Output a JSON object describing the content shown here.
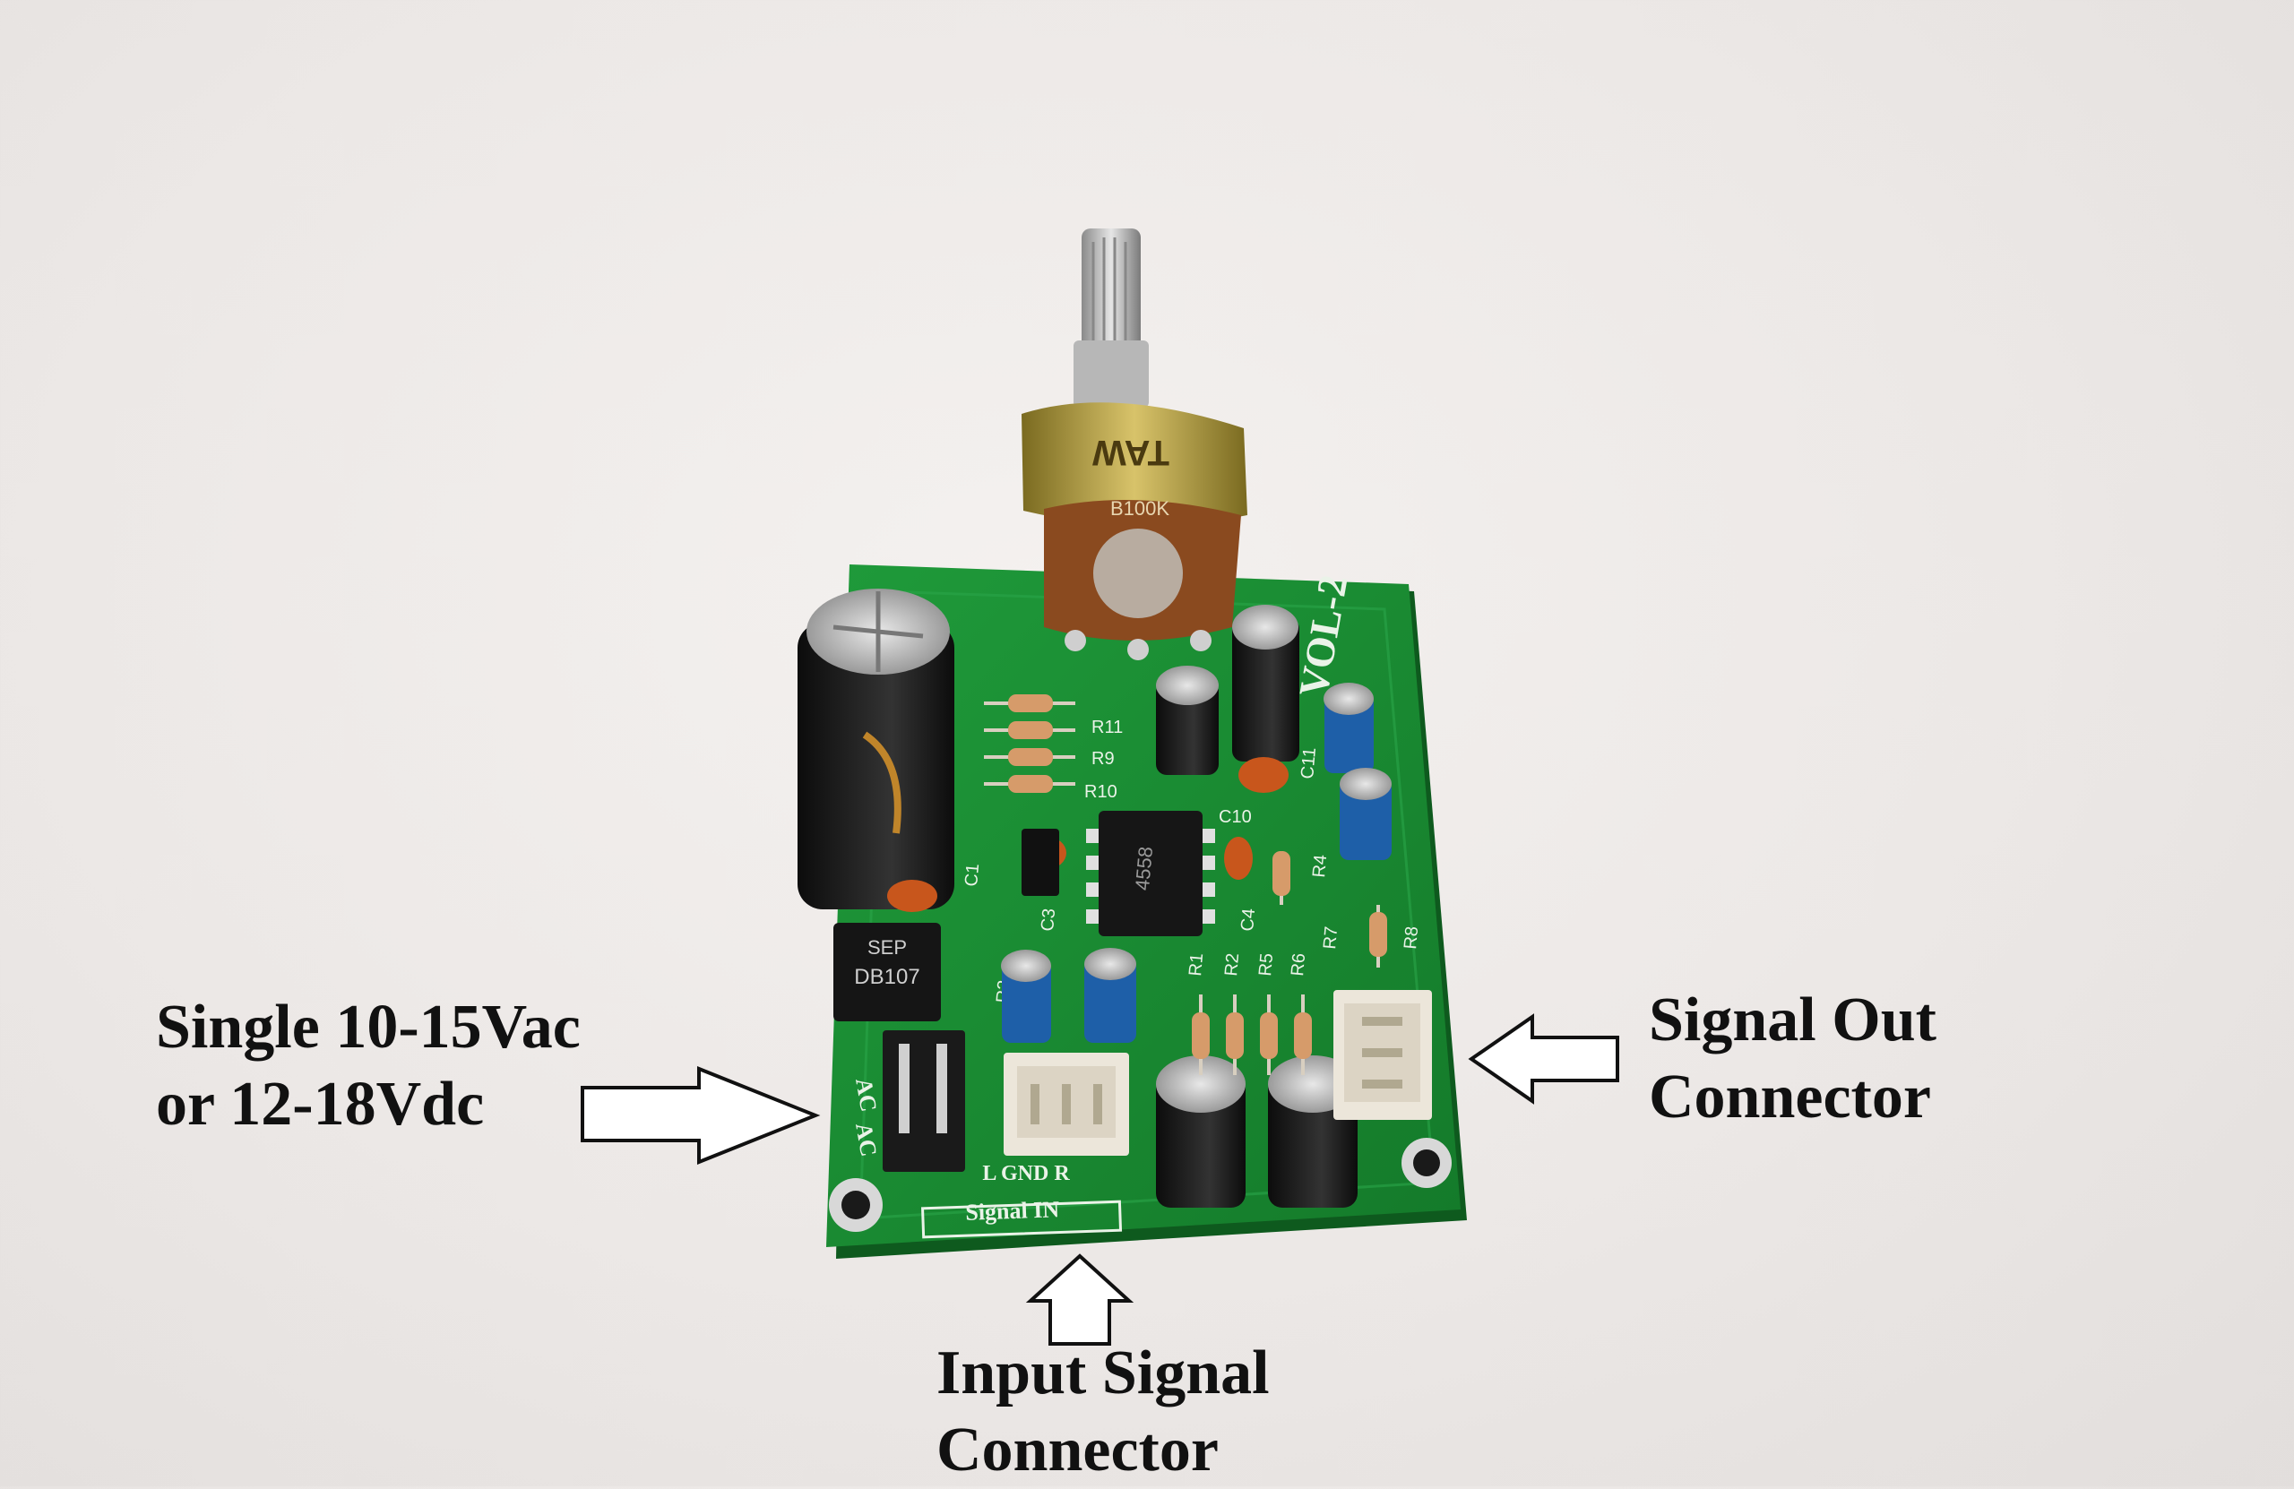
{
  "callouts": {
    "power": {
      "line1": "Single 10-15Vac",
      "line2": "or 12-18Vdc"
    },
    "signal_out": {
      "line1": "Signal Out",
      "line2": "Connector"
    },
    "signal_in": {
      "line1": "Input Signal",
      "line2": "Connector"
    }
  },
  "board": {
    "model": "VOL-2",
    "pot_marking": "B100K",
    "pot_brand": "TAW",
    "bridge_rectifier": {
      "brand": "SEP",
      "part": "DB107"
    },
    "opamp": "4558",
    "signal_in_label": "Signal IN",
    "input_pins": "L GND R",
    "ac_labels": [
      "AC",
      "AC"
    ],
    "designators": [
      "C1",
      "C3",
      "C4",
      "C10",
      "C11",
      "R1",
      "R2",
      "R3",
      "R4",
      "R5",
      "R6",
      "R7",
      "R8",
      "R9",
      "R10",
      "R11"
    ]
  },
  "colors": {
    "pcb": "#1f8a34",
    "silkscreen": "#eaf3e8",
    "background": "#ece8e6",
    "text": "#111111"
  }
}
